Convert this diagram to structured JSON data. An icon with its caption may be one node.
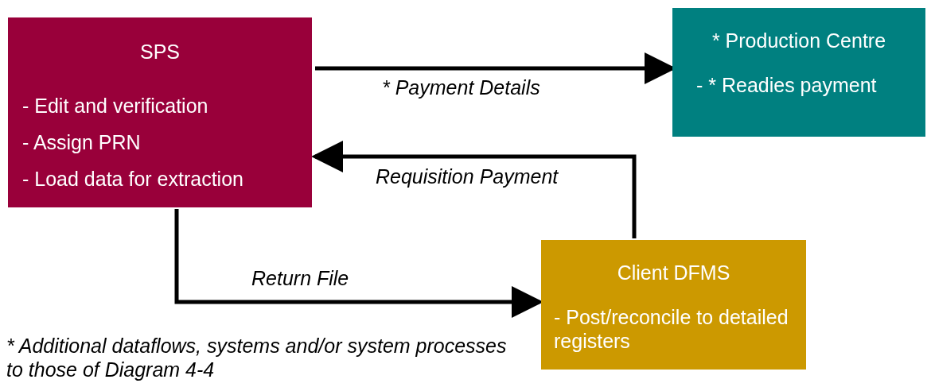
{
  "diagram": {
    "nodes": [
      {
        "text": [
          "SPS",
          "- Edit and verification",
          "- Assign PRN",
          "- Load data for extraction"
        ]
      },
      {
        "text": [
          "* Production Centre",
          "- * Readies payment"
        ]
      },
      {
        "text": [
          "Client DFMS",
          "- Post/reconcile to detailed registers"
        ]
      }
    ],
    "edges": [
      {
        "from": 0,
        "to": 1,
        "arrow": "to",
        "label": "* Payment Details"
      },
      {
        "from": 2,
        "to": 0,
        "arrow": "to",
        "label": "Requisition Payment"
      },
      {
        "from": 0,
        "to": 2,
        "arrow": "to",
        "label": "Return File"
      }
    ],
    "labels": [
      "* Additional dataflows, systems and/or system processes to those of Diagram 4-4"
    ]
  }
}
